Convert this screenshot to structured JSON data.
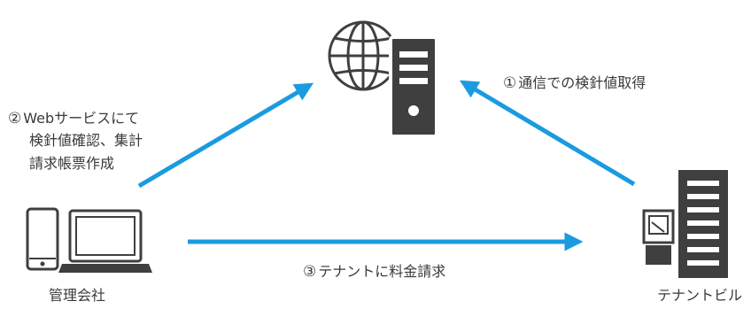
{
  "nodes": {
    "server": {
      "icon": "globe-server-icon"
    },
    "company": {
      "label": "管理会社",
      "icon": "phone-laptop-icon"
    },
    "building": {
      "label": "テナントビル",
      "icon": "building-meter-icon"
    }
  },
  "steps": {
    "step1": {
      "num": "①",
      "text": "通信での検針値取得"
    },
    "step2": {
      "num": "②",
      "lines": [
        "Webサービスにて",
        "検針値確認、集計",
        "請求帳票作成"
      ]
    },
    "step3": {
      "num": "③",
      "text": "テナントに料金請求"
    }
  },
  "colors": {
    "arrow": "#1a9be0",
    "icon": "#3f3f3f",
    "text": "#3a3a3a"
  }
}
